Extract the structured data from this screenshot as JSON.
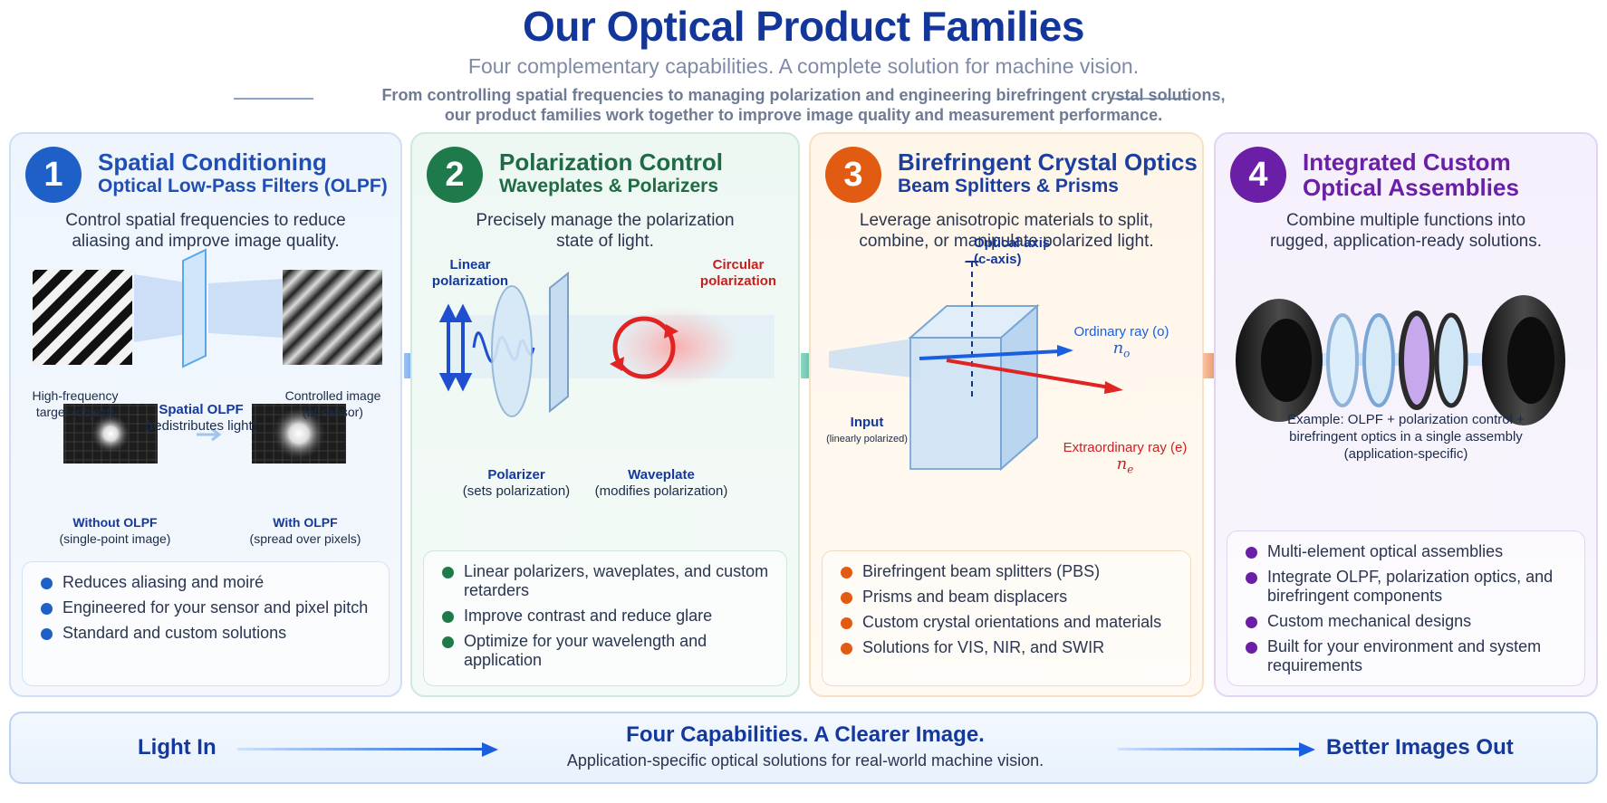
{
  "header": {
    "title": "Our Optical Product Families",
    "subtitle": "Four complementary capabilities. A complete solution for machine vision.",
    "intro_line1": "From controlling spatial frequencies to managing polarization and engineering birefringent crystal solutions,",
    "intro_line2": "our product families work together to improve image quality and measurement performance."
  },
  "colors": {
    "blue": "#1f5fc8",
    "green": "#1e7a4a",
    "orange": "#e25b12",
    "purple": "#6a1fa6",
    "navy": "#12369a"
  },
  "panels": [
    {
      "number": "1",
      "title": "Spatial Conditioning",
      "subtitle": "Optical Low-Pass Filters (OLPF)",
      "desc_line1": "Control spatial frequencies to reduce",
      "desc_line2": "aliasing and improve image quality.",
      "labels": {
        "target_1": "High-frequency",
        "target_2": "target (object)",
        "olpf_1": "Spatial OLPF",
        "olpf_2": "(redistributes light)",
        "controlled_1": "Controlled image",
        "controlled_2": "(at sensor)",
        "without_1": "Without OLPF",
        "without_2": "(single-point image)",
        "with_1": "With OLPF",
        "with_2": "(spread over pixels)"
      },
      "bullets": [
        "Reduces aliasing and moiré",
        "Engineered for your sensor and pixel pitch",
        "Standard and custom solutions"
      ]
    },
    {
      "number": "2",
      "title": "Polarization Control",
      "subtitle": "Waveplates & Polarizers",
      "desc_line1": "Precisely manage the polarization",
      "desc_line2": "state of light.",
      "labels": {
        "linear_1": "Linear",
        "linear_2": "polarization",
        "circular_1": "Circular",
        "circular_2": "polarization",
        "polarizer_1": "Polarizer",
        "polarizer_2": "(sets polarization)",
        "waveplate_1": "Waveplate",
        "waveplate_2": "(modifies polarization)"
      },
      "bullets": [
        "Linear polarizers, waveplates, and custom retarders",
        "Improve contrast and reduce glare",
        "Optimize for your wavelength and application"
      ]
    },
    {
      "number": "3",
      "title": "Birefringent Crystal Optics",
      "subtitle": "Beam Splitters & Prisms",
      "desc_line1": "Leverage anisotropic materials to split,",
      "desc_line2": "combine, or manipulate polarized light.",
      "labels": {
        "axis_1": "Optical axis",
        "axis_2": "(c-axis)",
        "ordinary": "Ordinary ray (o)",
        "n_o": "n",
        "n_o_sub": "o",
        "input_1": "Input",
        "input_2": "(linearly polarized)",
        "extra": "Extraordinary ray (e)",
        "n_e": "n",
        "n_e_sub": "e"
      },
      "bullets": [
        "Birefringent beam splitters (PBS)",
        "Prisms and beam displacers",
        "Custom crystal orientations and materials",
        "Solutions for VIS, NIR, and SWIR"
      ]
    },
    {
      "number": "4",
      "title_line1": "Integrated Custom",
      "title_line2": "Optical Assemblies",
      "desc_line1": "Combine multiple functions into",
      "desc_line2": "rugged, application-ready solutions.",
      "labels": {
        "example_1": "Example: OLPF + polarization control +",
        "example_2": "birefringent optics in a single assembly",
        "example_3": "(application-specific)"
      },
      "bullets": [
        "Multi-element optical assemblies",
        "Integrate OLPF, polarization optics, and birefringent components",
        "Custom mechanical designs",
        "Built for your environment and system requirements"
      ]
    }
  ],
  "footer": {
    "left": "Light In",
    "title": "Four Capabilities. A Clearer Image.",
    "subtitle": "Application-specific optical solutions for real-world machine vision.",
    "right": "Better Images Out"
  }
}
